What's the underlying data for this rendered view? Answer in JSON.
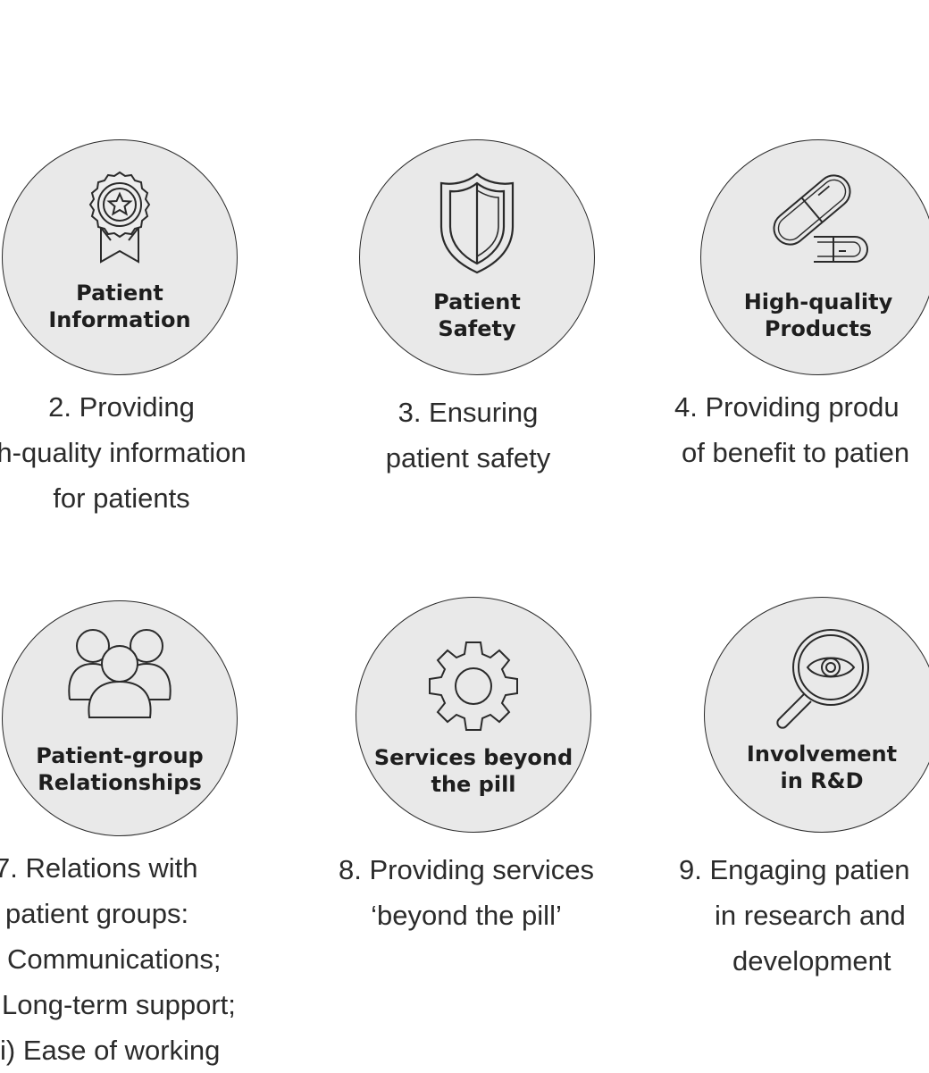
{
  "items": [
    {
      "label": "Patient\nInformation",
      "icon": "award-ribbon-icon",
      "caption": [
        "2. Providing",
        "h-quality information",
        "for patients"
      ]
    },
    {
      "label": "Patient\nSafety",
      "icon": "shield-icon",
      "caption": [
        "3. Ensuring",
        "patient safety"
      ]
    },
    {
      "label": "High-quality\nProducts",
      "icon": "pill-capsule-icon",
      "caption": [
        "4. Providing produ",
        "of benefit to patien"
      ]
    },
    {
      "label": "Patient-group\nRelationships",
      "icon": "people-group-icon",
      "caption": [
        "7. Relations with",
        "patient groups:",
        "Communications;",
        "Long-term support;",
        "i) Ease of working"
      ]
    },
    {
      "label": "Services beyond\nthe pill",
      "icon": "gear-icon",
      "caption": [
        "8. Providing services",
        "‘beyond the pill’"
      ]
    },
    {
      "label": "Involvement\nin R&D",
      "icon": "magnifier-eye-icon",
      "caption": [
        "9. Engaging patien",
        "in research and",
        "development"
      ]
    }
  ],
  "colors": {
    "circle_fill": "#e9e9e9",
    "stroke": "#2a2a2a",
    "text": "#2b2b2b"
  }
}
